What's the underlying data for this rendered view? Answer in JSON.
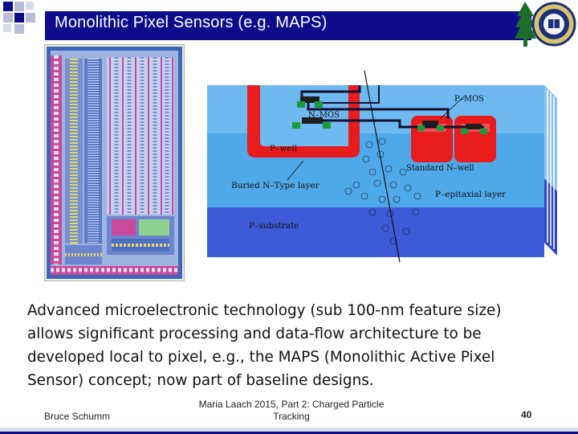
{
  "title": "Monolithic Pixel Sensors (e.g. MAPS)",
  "diagram": {
    "labels": {
      "pmos": "P–MOS",
      "nmos": "N–MOS",
      "pwell": "P–well",
      "standard_nwell": "Standard N–well",
      "buried": "Buried N–Type layer",
      "epitaxial": "P–epitaxial layer",
      "substrate": "P–substrate"
    }
  },
  "body_text": "Advanced microelectronic technology (sub 100-nm feature size) allows significant processing and data-flow architecture to be developed local to pixel, e.g., the MAPS (Monolithic Active Pixel Sensor) concept; now part of baseline designs.",
  "footer": {
    "author": "Bruce Schumm",
    "event_line1": "Maria Laach 2015, Part 2: Charged Particle",
    "event_line2": "Tracking",
    "page_number": "40"
  },
  "colors": {
    "title_bar": "#0d0d8c",
    "pwell": "#e81c1c",
    "epitaxial": "#4fa9e8",
    "substrate": "#3d5bd6"
  }
}
